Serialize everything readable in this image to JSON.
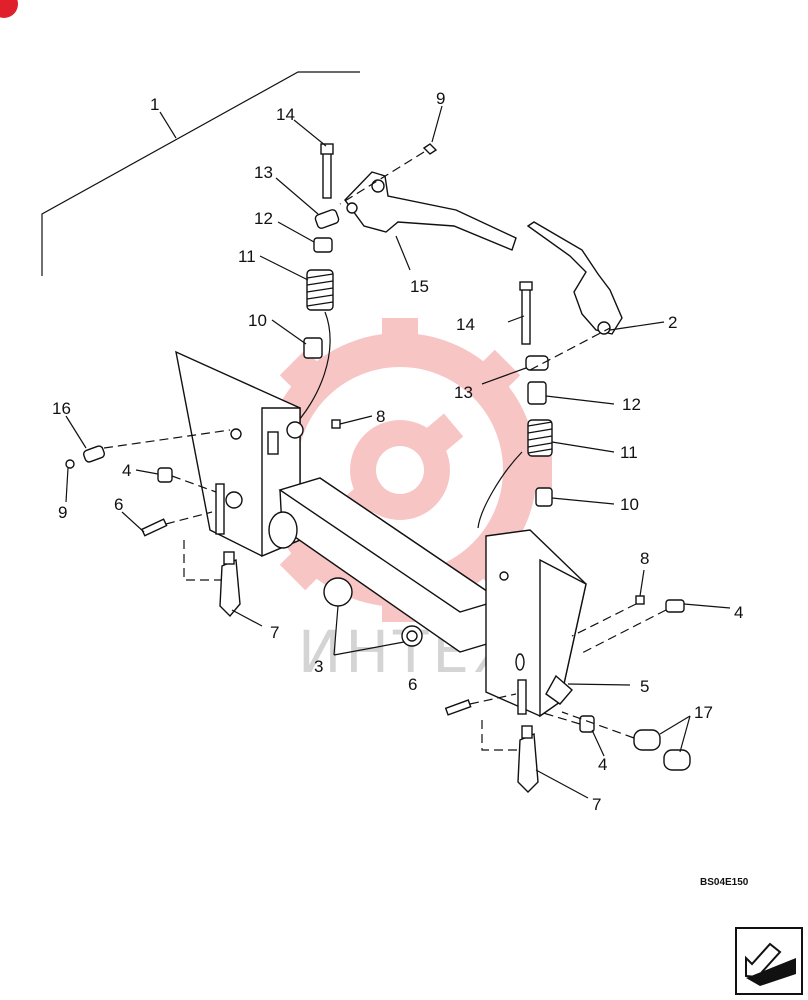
{
  "callouts": [
    {
      "id": "c1",
      "text": "1"
    },
    {
      "id": "c9a",
      "text": "9"
    },
    {
      "id": "c14a",
      "text": "14"
    },
    {
      "id": "c13a",
      "text": "13"
    },
    {
      "id": "c12a",
      "text": "12"
    },
    {
      "id": "c11a",
      "text": "11"
    },
    {
      "id": "c10a",
      "text": "10"
    },
    {
      "id": "c15",
      "text": "15"
    },
    {
      "id": "c16",
      "text": "16"
    },
    {
      "id": "c9b",
      "text": "9"
    },
    {
      "id": "c4a",
      "text": "4"
    },
    {
      "id": "c6a",
      "text": "6"
    },
    {
      "id": "c7a",
      "text": "7"
    },
    {
      "id": "c3",
      "text": "3"
    },
    {
      "id": "c8a",
      "text": "8"
    },
    {
      "id": "c2",
      "text": "2"
    },
    {
      "id": "c14b",
      "text": "14"
    },
    {
      "id": "c13b",
      "text": "13"
    },
    {
      "id": "c12b",
      "text": "12"
    },
    {
      "id": "c11b",
      "text": "11"
    },
    {
      "id": "c10b",
      "text": "10"
    },
    {
      "id": "c8b",
      "text": "8"
    },
    {
      "id": "c4b",
      "text": "4"
    },
    {
      "id": "c5",
      "text": "5"
    },
    {
      "id": "c17",
      "text": "17"
    },
    {
      "id": "c6b",
      "text": "6"
    },
    {
      "id": "c4c",
      "text": "4"
    },
    {
      "id": "c7b",
      "text": "7"
    }
  ],
  "drawing_code": "BS04E150",
  "watermark_text": "ИНТЕХ",
  "colors": {
    "line": "#111111",
    "watermark_red": "#f08080",
    "corner_mark": "#e0202a"
  },
  "icons": {
    "next_page": "arrow-next-icon"
  }
}
